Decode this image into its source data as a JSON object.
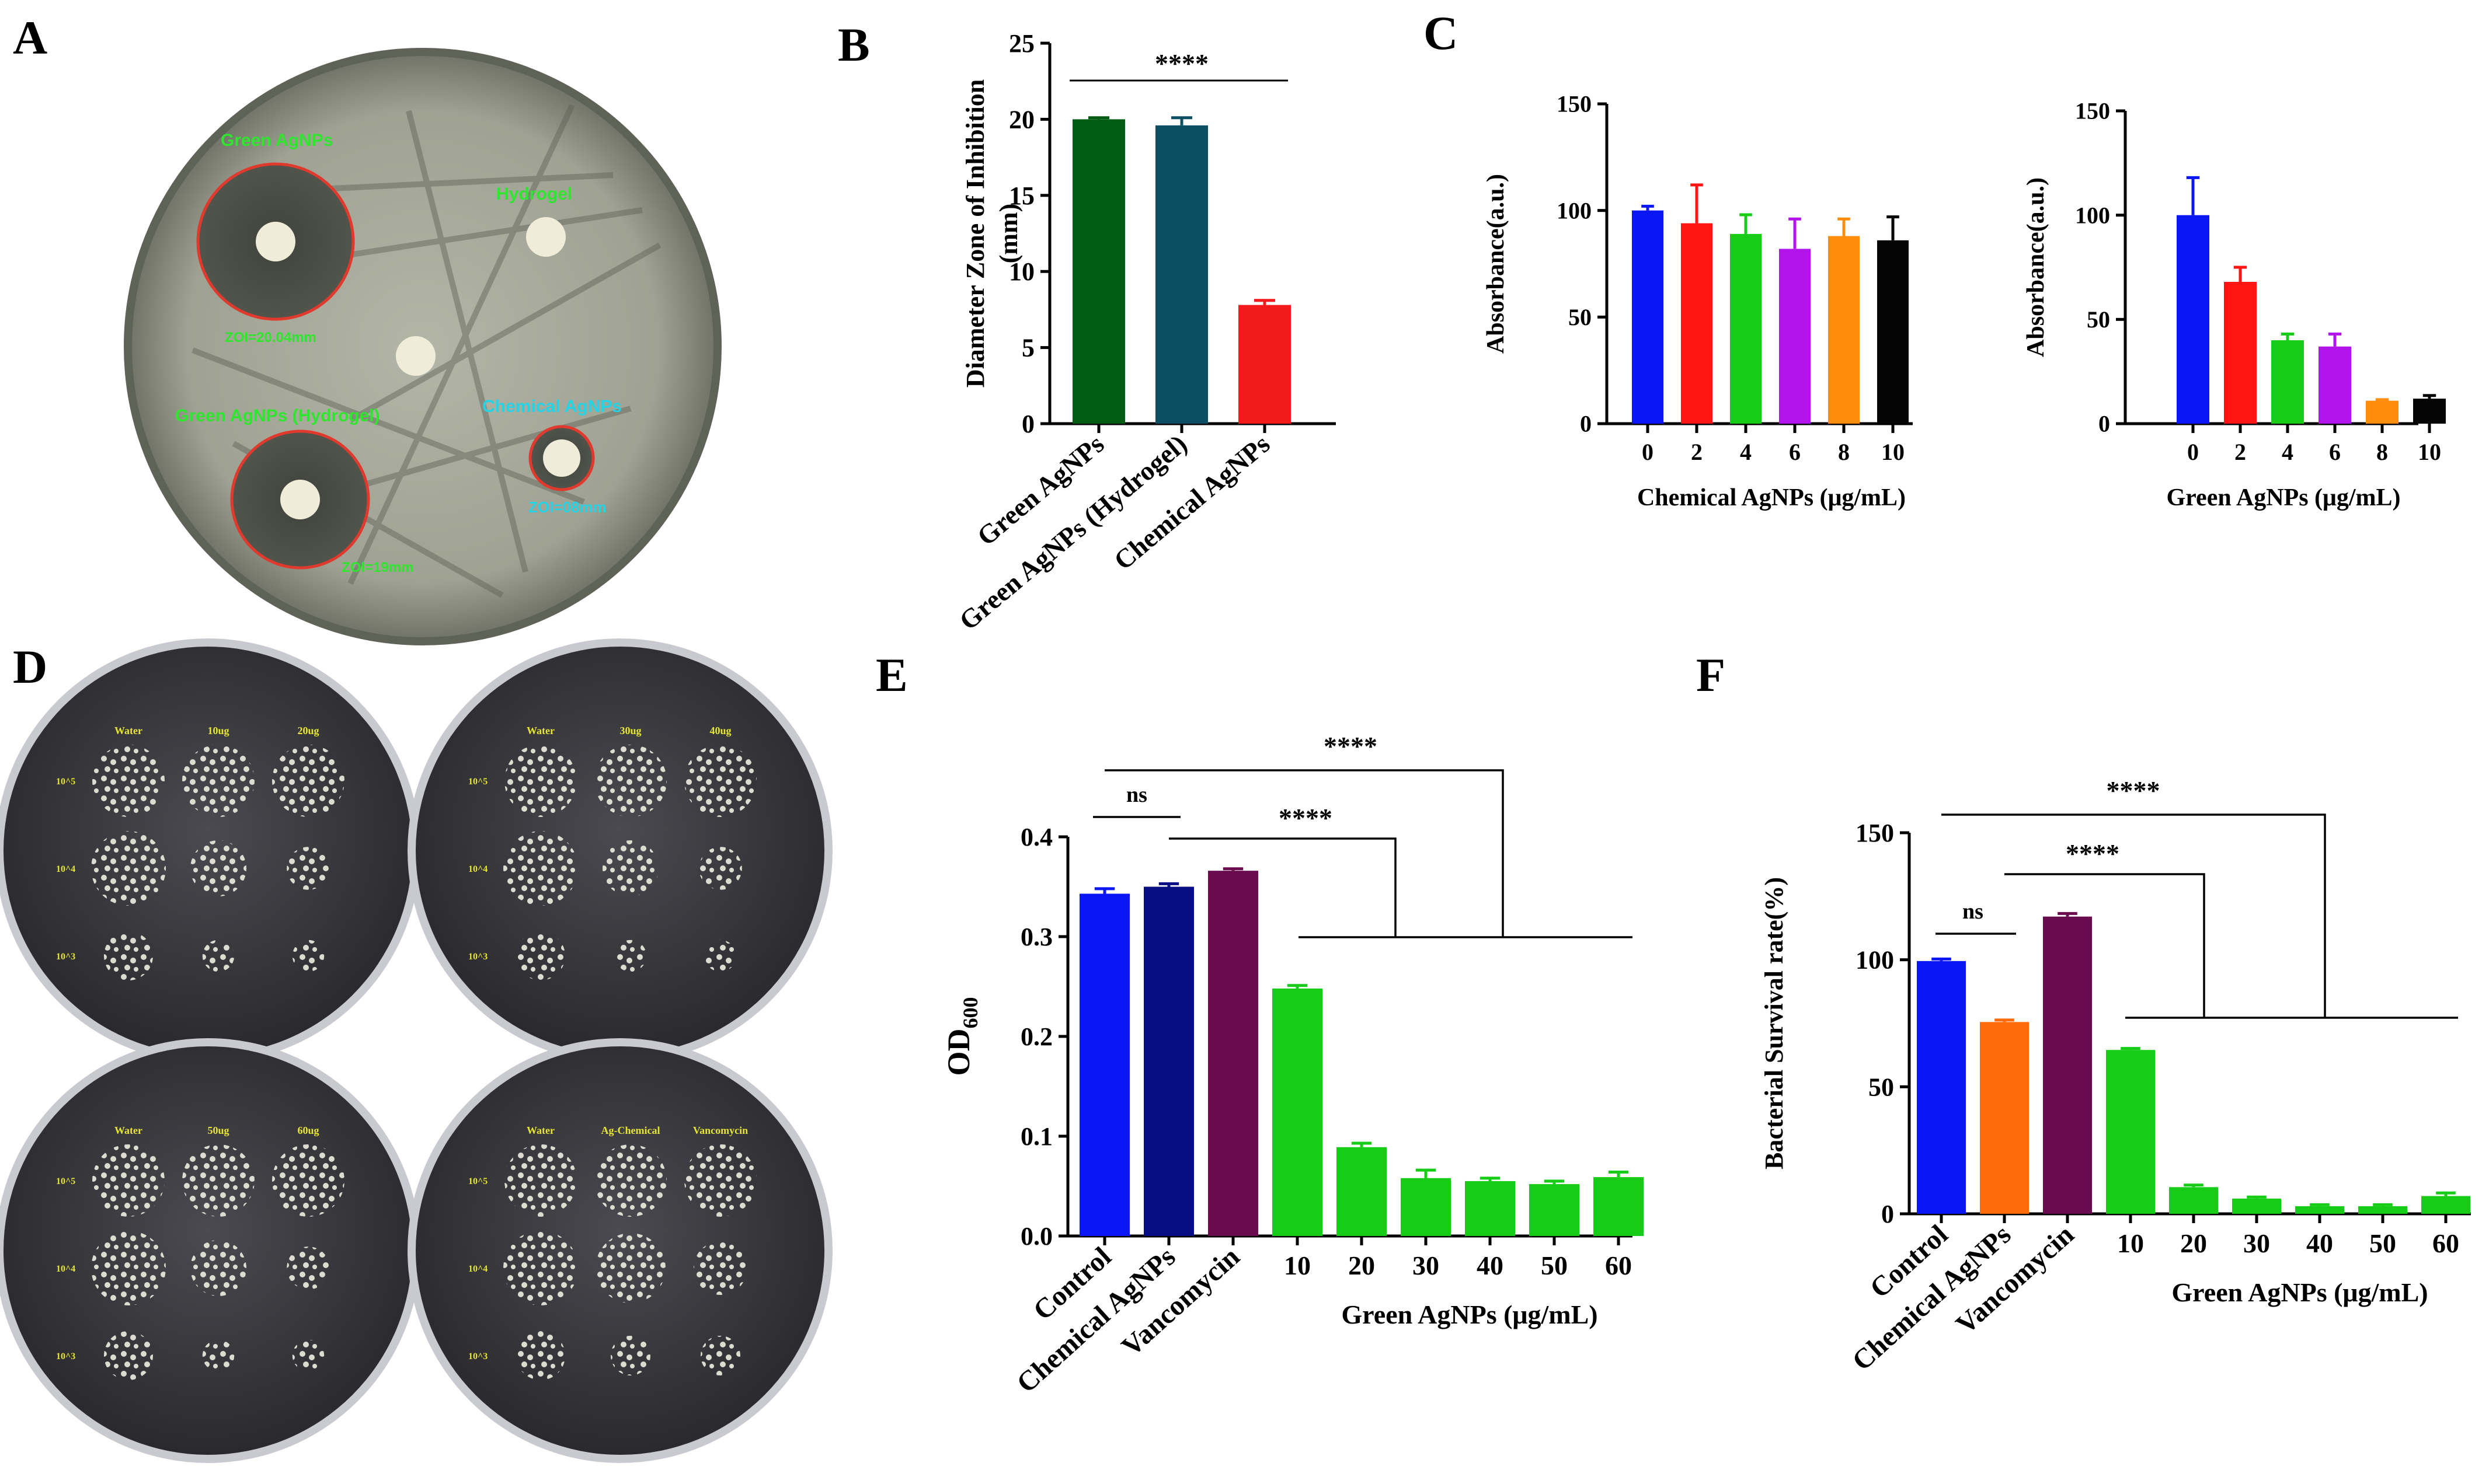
{
  "panel_letters": {
    "A": "A",
    "B": "B",
    "C": "C",
    "D": "D",
    "E": "E",
    "F": "F"
  },
  "panelA": {
    "labels": {
      "green": "Green AgNPs",
      "hydrogel": "Hydrogel",
      "green_hydrogel": "Green AgNPs (Hydrogel)",
      "chemical": "Chemical AgNPs",
      "zoi_green": "ZOI=20.04mm",
      "zoi_green_hydrogel": "ZOI=19mm",
      "zoi_chemical": "ZOI=08mm"
    },
    "colors": {
      "agar": "#a9ab9c",
      "rim": "#5f6257",
      "green_text": "#2ee62e",
      "cyan_text": "#25d3e6",
      "zone_ring": "#e03a2e"
    }
  },
  "panelD": {
    "plates": [
      {
        "headers": [
          "Water",
          "10ug",
          "20ug"
        ],
        "rows": [
          "10^5",
          "10^4",
          "10^3"
        ]
      },
      {
        "headers": [
          "Water",
          "30ug",
          "40ug"
        ],
        "rows": [
          "10^5",
          "10^4",
          "10^3"
        ]
      },
      {
        "headers": [
          "Water",
          "50ug",
          "60ug"
        ],
        "rows": [
          "10^5",
          "10^4",
          "10^3"
        ]
      },
      {
        "headers": [
          "Water",
          "Ag-Chemical",
          "Vancomycin"
        ],
        "rows": [
          "10^5",
          "10^4",
          "10^3"
        ]
      }
    ],
    "colors": {
      "plate": "#3a3a3e",
      "rim": "#c9c9d0",
      "label": "#e6e632",
      "colony": "#e4e4d8"
    }
  },
  "chart_data": [
    {
      "id": "B",
      "type": "bar",
      "categories": [
        "Green AgNPs",
        "Green AgNPs (Hydrogel)",
        "Chemical AgNPs"
      ],
      "values": [
        20.0,
        19.6,
        7.8
      ],
      "errors": [
        0.1,
        0.5,
        0.3
      ],
      "colors": [
        "#005c12",
        "#0d4f62",
        "#f21a1a"
      ],
      "ylabel": "Diameter Zone of Inhibition (mm)",
      "ylabel_lines": [
        "Diameter Zone of Inhibition",
        "(mm)"
      ],
      "ylim": [
        0,
        25
      ],
      "yticks": [
        0,
        5,
        10,
        15,
        20,
        25
      ],
      "significance": [
        {
          "label": "****",
          "from": 0,
          "to": 2
        }
      ]
    },
    {
      "id": "C1",
      "type": "bar",
      "categories": [
        "0",
        "2",
        "4",
        "6",
        "8",
        "10"
      ],
      "values": [
        100,
        94,
        89,
        82,
        88,
        86
      ],
      "errors": [
        2,
        18,
        9,
        14,
        8,
        11
      ],
      "colors": [
        "#0a16f5",
        "#ff1414",
        "#16cc16",
        "#b214ee",
        "#ff8c0a",
        "#050505"
      ],
      "ylabel": "Absorbance(a.u.)",
      "xlabel": "Chemical AgNPs (μg/mL)",
      "ylim": [
        0,
        150
      ],
      "yticks": [
        0,
        50,
        100,
        150
      ]
    },
    {
      "id": "C2",
      "type": "bar",
      "categories": [
        "0",
        "2",
        "4",
        "6",
        "8",
        "10"
      ],
      "values": [
        100,
        68,
        40,
        37,
        11,
        12
      ],
      "errors": [
        18,
        7,
        3,
        6,
        0.5,
        1.5
      ],
      "colors": [
        "#0a16f5",
        "#ff1414",
        "#16cc16",
        "#b214ee",
        "#ff8c0a",
        "#050505"
      ],
      "ylabel": "Absorbance(a.u.)",
      "xlabel": "Green AgNPs (μg/mL)",
      "ylim": [
        0,
        150
      ],
      "yticks": [
        0,
        50,
        100,
        150
      ]
    },
    {
      "id": "E",
      "type": "bar",
      "categories": [
        "Control",
        "Chemical AgNPs",
        "Vancomycin",
        "10",
        "20",
        "30",
        "40",
        "50",
        "60"
      ],
      "values": [
        0.343,
        0.35,
        0.366,
        0.248,
        0.089,
        0.058,
        0.055,
        0.052,
        0.059
      ],
      "errors": [
        0.005,
        0.003,
        0.002,
        0.003,
        0.004,
        0.008,
        0.003,
        0.003,
        0.005
      ],
      "colors": [
        "#0a16f5",
        "#070d82",
        "#6a0a4f",
        "#16cc16",
        "#16cc16",
        "#16cc16",
        "#16cc16",
        "#16cc16",
        "#16cc16"
      ],
      "ylabel": "OD",
      "ylabel_sub": "600",
      "xlabel": "Green AgNPs (μg/mL)",
      "ylim": [
        0,
        0.4
      ],
      "yticks": [
        0.0,
        0.1,
        0.2,
        0.3,
        0.4
      ],
      "significance": [
        {
          "label": "ns"
        },
        {
          "label": "****"
        },
        {
          "label": "****"
        }
      ]
    },
    {
      "id": "F",
      "type": "bar",
      "categories": [
        "Control",
        "Chemical AgNPs",
        "Vancomycin",
        "10",
        "20",
        "30",
        "40",
        "50",
        "60"
      ],
      "values": [
        99.5,
        75.5,
        117,
        64.5,
        10.5,
        6,
        3,
        3,
        7
      ],
      "errors": [
        0.8,
        0.8,
        1.2,
        0.6,
        0.8,
        0.6,
        0.6,
        0.6,
        1.2
      ],
      "colors": [
        "#0a16f5",
        "#ff6a0a",
        "#6a0a4f",
        "#16cc16",
        "#16cc16",
        "#16cc16",
        "#16cc16",
        "#16cc16",
        "#16cc16"
      ],
      "ylabel": "Bacterial Survival rate(%)",
      "xlabel": "Green AgNPs (μg/mL)",
      "ylim": [
        0,
        150
      ],
      "yticks": [
        0,
        50,
        100,
        150
      ],
      "significance": [
        {
          "label": "ns"
        },
        {
          "label": "****"
        },
        {
          "label": "****"
        }
      ]
    }
  ]
}
